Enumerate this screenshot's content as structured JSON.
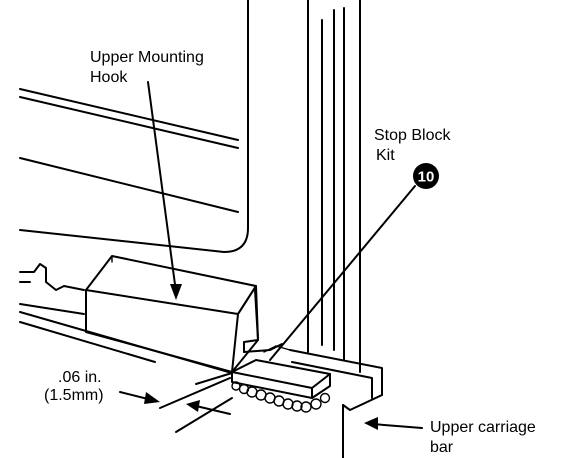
{
  "labels": {
    "upper_mounting_hook_line1": "Upper Mounting",
    "upper_mounting_hook_line2": "Hook",
    "stop_block_line1": "Stop Block",
    "stop_block_line2": "Kit",
    "callout_number": "10",
    "gap_line1": ".06 in.",
    "gap_line2": "(1.5mm)",
    "carriage_line1": "Upper carriage",
    "carriage_line2": "bar"
  },
  "colors": {
    "ink": "#000000",
    "paper": "#ffffff"
  }
}
